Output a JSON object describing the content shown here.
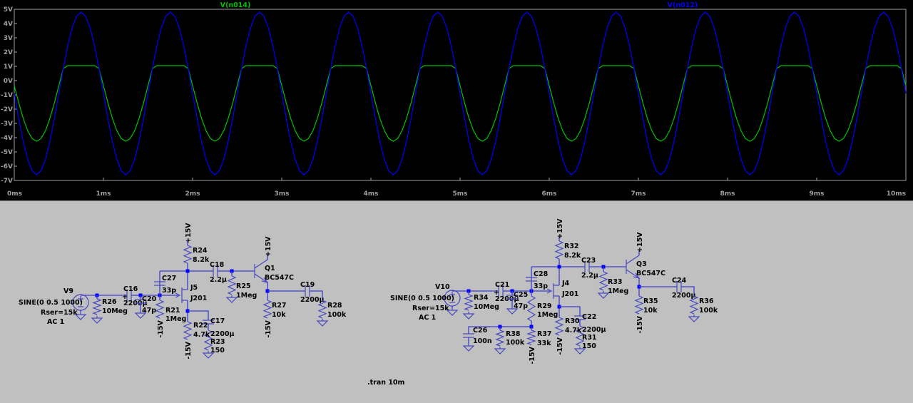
{
  "chart_data": {
    "type": "line",
    "title": "",
    "xlabel": "",
    "ylabel": "",
    "xlim_ms": [
      0,
      10
    ],
    "ylim_V": [
      -7,
      5
    ],
    "x_ticks": [
      "0ms",
      "1ms",
      "2ms",
      "3ms",
      "4ms",
      "5ms",
      "6ms",
      "7ms",
      "8ms",
      "9ms",
      "10ms"
    ],
    "y_ticks": [
      "5V",
      "4V",
      "3V",
      "2V",
      "1V",
      "0V",
      "-1V",
      "-2V",
      "-3V",
      "-4V",
      "-5V",
      "-6V",
      "-7V"
    ],
    "grid": false,
    "background": "#000000",
    "period_ms": 1,
    "sample_step_ms": 0.05,
    "series": [
      {
        "name": "V(n014)",
        "color": "#00c000",
        "values_one_period": [
          -0.35,
          -1.56,
          -2.64,
          -3.51,
          -4.06,
          -4.25,
          -4.06,
          -3.51,
          -2.64,
          -1.56,
          -0.35,
          0.85,
          1.05,
          1.05,
          1.05,
          1.05,
          1.05,
          1.05,
          1.05,
          0.85,
          -0.35
        ]
      },
      {
        "name": "V(n012)",
        "color": "#0000ff",
        "values_one_period": [
          -0.9,
          -2.66,
          -4.25,
          -5.51,
          -6.32,
          -6.6,
          -6.32,
          -5.51,
          -4.25,
          -2.66,
          -0.9,
          0.86,
          2.45,
          3.71,
          4.52,
          4.8,
          4.52,
          3.71,
          2.45,
          0.86,
          -0.9
        ]
      }
    ]
  },
  "schematic": {
    "rail_pos": "+15V",
    "rail_neg": "-15V",
    "directive": ".tran 10m",
    "wire_color": "#3c3cd0",
    "circuits": [
      {
        "source": {
          "ref": "V9",
          "l1": "SINE(0 0.5 1000)",
          "l2": "Rser=15k",
          "l3": "AC 1"
        },
        "r_in": {
          "ref": "R26",
          "value": "10Meg"
        },
        "c_in": {
          "ref": "C16",
          "value": "2200µ"
        },
        "c_gate": {
          "ref": "C20",
          "value": "47p"
        },
        "c_fb": {
          "ref": "C27",
          "value": "33p"
        },
        "r_gate": {
          "ref": "R21",
          "value": "1Meg"
        },
        "jfet": {
          "ref": "J5",
          "value": "J201"
        },
        "r_drain": {
          "ref": "R24",
          "value": "8.2k"
        },
        "c_couple": {
          "ref": "C18",
          "value": "2.2µ"
        },
        "r_base": {
          "ref": "R25",
          "value": "1Meg"
        },
        "bjt": {
          "ref": "Q1",
          "value": "BC547C"
        },
        "c_out": {
          "ref": "C19",
          "value": "2200µ"
        },
        "r_load": {
          "ref": "R28",
          "value": "100k"
        },
        "r_emit": {
          "ref": "R27",
          "value": "10k"
        },
        "r_source": {
          "ref": "R22",
          "value": "4.7k"
        },
        "c_bypass": {
          "ref": "C17",
          "value": "2200µ"
        },
        "r_bypass": {
          "ref": "R23",
          "value": "150"
        }
      },
      {
        "source": {
          "ref": "V10",
          "l1": "SINE(0 0.5 1000)",
          "l2": "Rser=15k",
          "l3": "AC 1"
        },
        "r_in": {
          "ref": "R34",
          "value": "10Meg"
        },
        "c_in": {
          "ref": "C21",
          "value": "2200µ"
        },
        "c_gate": {
          "ref": "C25",
          "value": "47p"
        },
        "c_fb": {
          "ref": "C28",
          "value": "33p"
        },
        "r_gate": {
          "ref": "R29",
          "value": "1Meg"
        },
        "jfet": {
          "ref": "J4",
          "value": "J201"
        },
        "r_drain": {
          "ref": "R32",
          "value": "8.2k"
        },
        "c_couple": {
          "ref": "C23",
          "value": "2.2µ"
        },
        "r_base": {
          "ref": "R33",
          "value": "1Meg"
        },
        "bjt": {
          "ref": "Q3",
          "value": "BC547C"
        },
        "c_out": {
          "ref": "C24",
          "value": "2200µ"
        },
        "r_load": {
          "ref": "R36",
          "value": "100k"
        },
        "r_emit": {
          "ref": "R35",
          "value": "10k"
        },
        "r_source": {
          "ref": "R30",
          "value": "4.7k"
        },
        "c_bypass": {
          "ref": "C22",
          "value": "2200µ"
        },
        "r_bypass": {
          "ref": "R31",
          "value": "150"
        },
        "c_bias": {
          "ref": "C26",
          "value": "100n"
        },
        "r_bias": {
          "ref": "R38",
          "value": "100k"
        },
        "r_bias2": {
          "ref": "R37",
          "value": "33k"
        }
      }
    ]
  }
}
